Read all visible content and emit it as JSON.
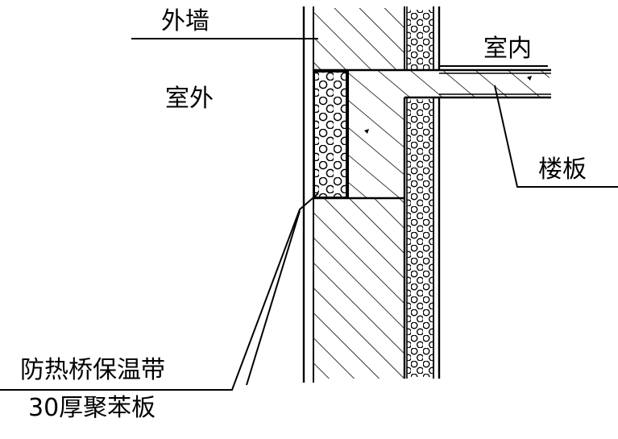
{
  "labels": {
    "exterior_wall": "外墙",
    "indoor": "室内",
    "outdoor": "室外",
    "floor_slab": "楼板",
    "insulation_band": "防热桥保温带",
    "polystyrene_board": "30厚聚苯板"
  },
  "colors": {
    "ink": "#000000",
    "paper": "#ffffff"
  }
}
